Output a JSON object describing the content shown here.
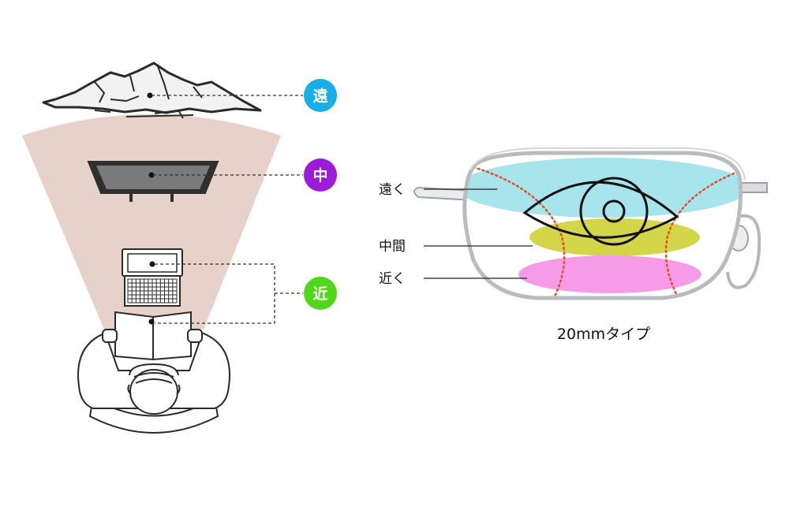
{
  "distance_badges": {
    "far": {
      "label": "遠",
      "color": "#1aaee8"
    },
    "mid": {
      "label": "中",
      "color": "#9b1bd6"
    },
    "near": {
      "label": "近",
      "color": "#4fd81a"
    }
  },
  "lens_zones": {
    "far": {
      "label": "遠く",
      "color": "#a8e4ec"
    },
    "mid": {
      "label": "中間",
      "color": "#d4d64a"
    },
    "near": {
      "label": "近く",
      "color": "#f59be8"
    }
  },
  "lens_caption": "20mmタイプ",
  "colors": {
    "view_cone": "#e6d2c8",
    "zone_boundary": "#e0502a",
    "frame": "#b9bcbf"
  }
}
